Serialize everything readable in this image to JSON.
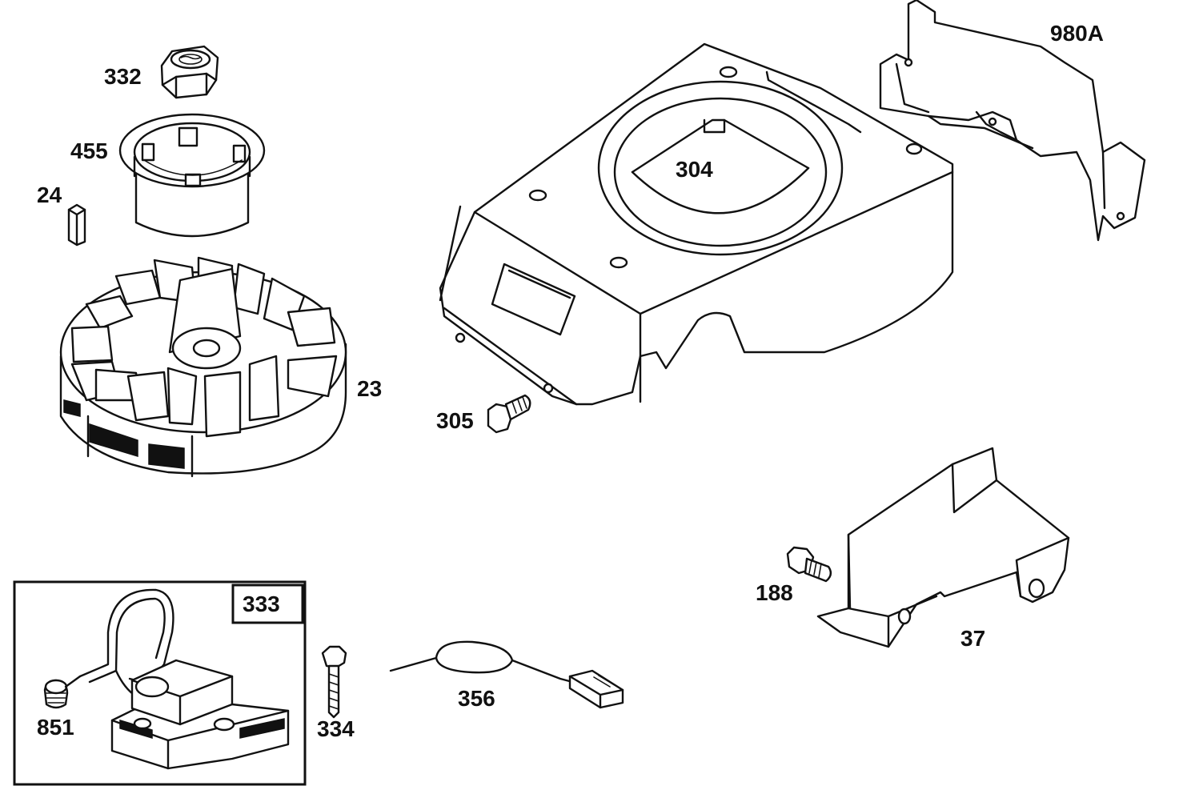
{
  "parts": {
    "p332": "332",
    "p455": "455",
    "p24": "24",
    "p23": "23",
    "p304": "304",
    "p305": "305",
    "p980a": "980A",
    "p188": "188",
    "p37": "37",
    "p333": "333",
    "p851": "851",
    "p334": "334",
    "p356": "356"
  }
}
